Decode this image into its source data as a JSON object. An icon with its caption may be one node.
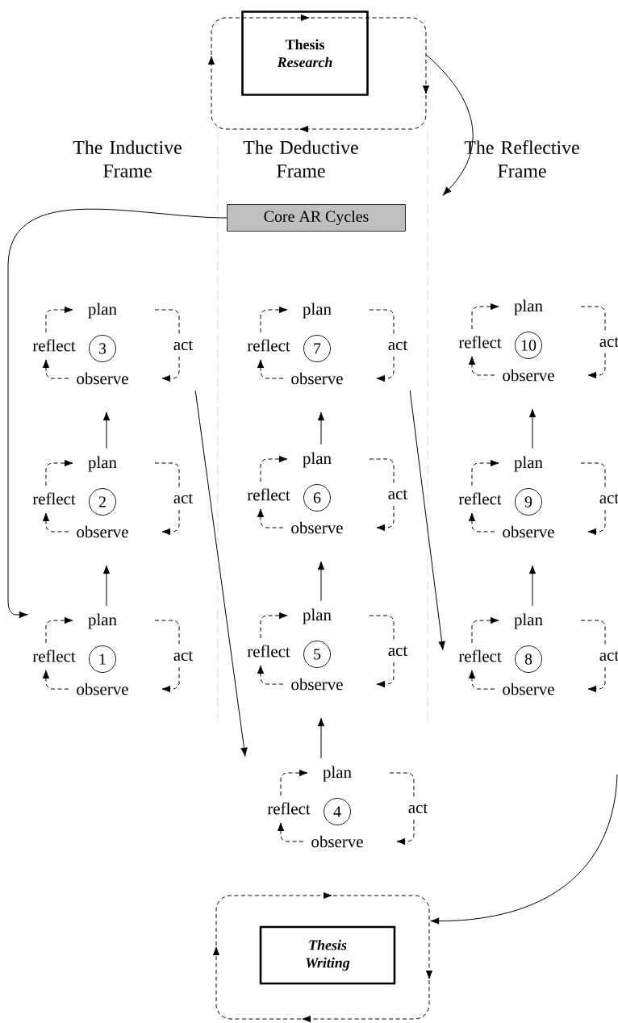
{
  "diagram": {
    "nodes": [
      {
        "text": [
          "Thesis *Research*"
        ]
      },
      {
        "text": [
          "Core AR Cycles"
        ]
      },
      {
        "text": [
          "plan",
          "reflect",
          "3",
          "act",
          "observe"
        ]
      },
      {
        "text": [
          "plan",
          "reflect",
          "7",
          "act",
          "observe"
        ]
      },
      {
        "text": [
          "plan",
          "reflect",
          "10",
          "act",
          "observe"
        ]
      },
      {
        "text": [
          "plan",
          "reflect",
          "2",
          "act",
          "observe"
        ]
      },
      {
        "text": [
          "plan",
          "reflect",
          "6",
          "act",
          "observe"
        ]
      },
      {
        "text": [
          "plan",
          "reflect",
          "9",
          "act",
          "observe"
        ]
      },
      {
        "text": [
          "plan",
          "reflect",
          "1",
          "act",
          "observe"
        ]
      },
      {
        "text": [
          "plan",
          "reflect",
          "5",
          "act",
          "observe"
        ]
      },
      {
        "text": [
          "plan",
          "reflect",
          "8",
          "act",
          "observe"
        ]
      },
      {
        "text": [
          "plan",
          "reflect",
          "4",
          "act",
          "observe"
        ]
      },
      {
        "text": [
          "Thesis Writing"
        ]
      }
    ],
    "edges": [
      {
        "from": 0,
        "to": null,
        "arrow": "to"
      },
      {
        "from": 1,
        "to": 8,
        "arrow": "to"
      },
      {
        "from": 8,
        "to": 5,
        "arrow": "to"
      },
      {
        "from": 5,
        "to": 2,
        "arrow": "to"
      },
      {
        "from": 2,
        "to": 11,
        "arrow": "to"
      },
      {
        "from": 11,
        "to": 9,
        "arrow": "to"
      },
      {
        "from": 9,
        "to": 6,
        "arrow": "to"
      },
      {
        "from": 6,
        "to": 3,
        "arrow": "to"
      },
      {
        "from": 3,
        "to": 10,
        "arrow": "to"
      },
      {
        "from": 10,
        "to": 7,
        "arrow": "to"
      },
      {
        "from": 7,
        "to": 4,
        "arrow": "to"
      },
      {
        "from": null,
        "to": 12,
        "arrow": "to"
      }
    ],
    "labels": [
      "The Inductive Frame",
      "The Deductive Frame",
      "The Reflective Frame"
    ]
  }
}
